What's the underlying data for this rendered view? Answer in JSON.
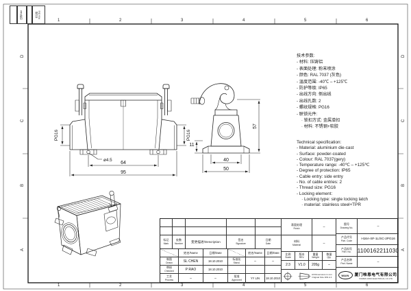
{
  "border": {
    "cols": [
      "1",
      "2",
      "3",
      "4",
      "5",
      "6"
    ],
    "rows": [
      "D",
      "C",
      "B",
      "A"
    ],
    "corner_date": "日期/Date",
    "corner_rev1": "标记数",
    "corner_rev2": "Rev Des"
  },
  "spec_cn": {
    "lines": [
      "技术参数:",
      "- 材料: 压铸铝",
      "- 表面处理: 粉末喷涂",
      "- 颜色: RAL 7037 (灰色)",
      "- 温度范围: -40℃ – +125℃",
      "- 防护等级: IP65",
      "- 出线方向: 侧出线",
      "- 出线孔数: 2",
      "- 螺纹规格: PG16",
      "- 联锁元件:",
      "    · 锁扣方式: 金属单扣",
      "    · 材料: 不锈钢+软胶"
    ]
  },
  "spec_en": {
    "lines": [
      "Technical specification:",
      "- Material: aluminium die-cast",
      "- Surface: powder-coated",
      "- Colour: RAL 7037(gery)",
      "- Temperature range: -40℃ – +125℃",
      "- Degree of protection: IP65",
      "- Cable entry: side entry",
      "- No. of cable entries: 2",
      "- Thread size: PG16",
      "- Locking element:",
      "    · Locking type: single locking latch",
      "    · material: stainless steel+TPR"
    ]
  },
  "dims": {
    "pg16_l": "PG16",
    "pg16_r": "PG16",
    "hole": "ø4.5",
    "pitch": "64",
    "width": "95",
    "height": "57",
    "flange": "11",
    "base_in": "40",
    "base_out": "50"
  },
  "title_block": {
    "rev": {
      "mark_cn": "标记",
      "mark_en": "Mark",
      "num_cn": "处数",
      "num_en": "Number",
      "desc": "变更描述/Description",
      "sig_cn": "签名",
      "sig_en": "Signature",
      "date_cn": "日期",
      "date_en": "Date"
    },
    "sig": {
      "name_hdr": "姓名/Name",
      "date_hdr": "日期/Date",
      "drawn_cn": "制图",
      "drawn_en": "Drawn",
      "drawn_name": "SL CHEN",
      "drawn_date": "18.10.2010",
      "std_cn": "标准化",
      "std_en": "Stand.",
      "std_name": "–",
      "std_date": "–",
      "checked_cn": "审核",
      "checked_en": "Checked",
      "checked_name": "P RAO",
      "checked_date": "18.10.2010",
      "process_cn": "工艺",
      "process_en": "Process",
      "process_name": "–",
      "process_date": "–",
      "approved_cn": "批准",
      "approved_en": "Approved",
      "approved_name": "YY LIN",
      "approved_date": "18.10.2010"
    },
    "fields": {
      "finish_cn": "表面处理",
      "finish_en": "Finish",
      "finish_val": "–",
      "material_cn": "材料",
      "material_en": "Material",
      "material_val": "–",
      "scale_cn": "比例",
      "scale_en": "Scale",
      "scale_val": "2:3",
      "rev_cn": "版本",
      "rev_en": "REV.",
      "rev_val": "V1.0",
      "weight_cn": "重量",
      "weight_en": "Weight",
      "weight_val": "205g",
      "qty_cn": "数量",
      "qty_en": "Qty.",
      "qty_val": "–",
      "dwgno_cn": "图号",
      "dwgno_en": "Drawing No.",
      "dwgno_val": "–",
      "code_cn": "产品代号",
      "code_en": "Part. Code",
      "code_val": "H16A-SF-1L/SC-2PG16",
      "pn_cn": "产品料号",
      "pn_en": "Part. No.",
      "pn_val": "1100162211030",
      "pname_cn": "产品名称",
      "pname_en": "Part. Name",
      "pname_val": "–"
    },
    "note1": "All Dimensions in mm",
    "note2": "Original Size DIN A 4",
    "company": {
      "logo": "WAIN",
      "cn": "厦门唯恩电气有限公司",
      "en": "XIAMEN WAIN ELECTRICAL CO.LTD"
    }
  }
}
